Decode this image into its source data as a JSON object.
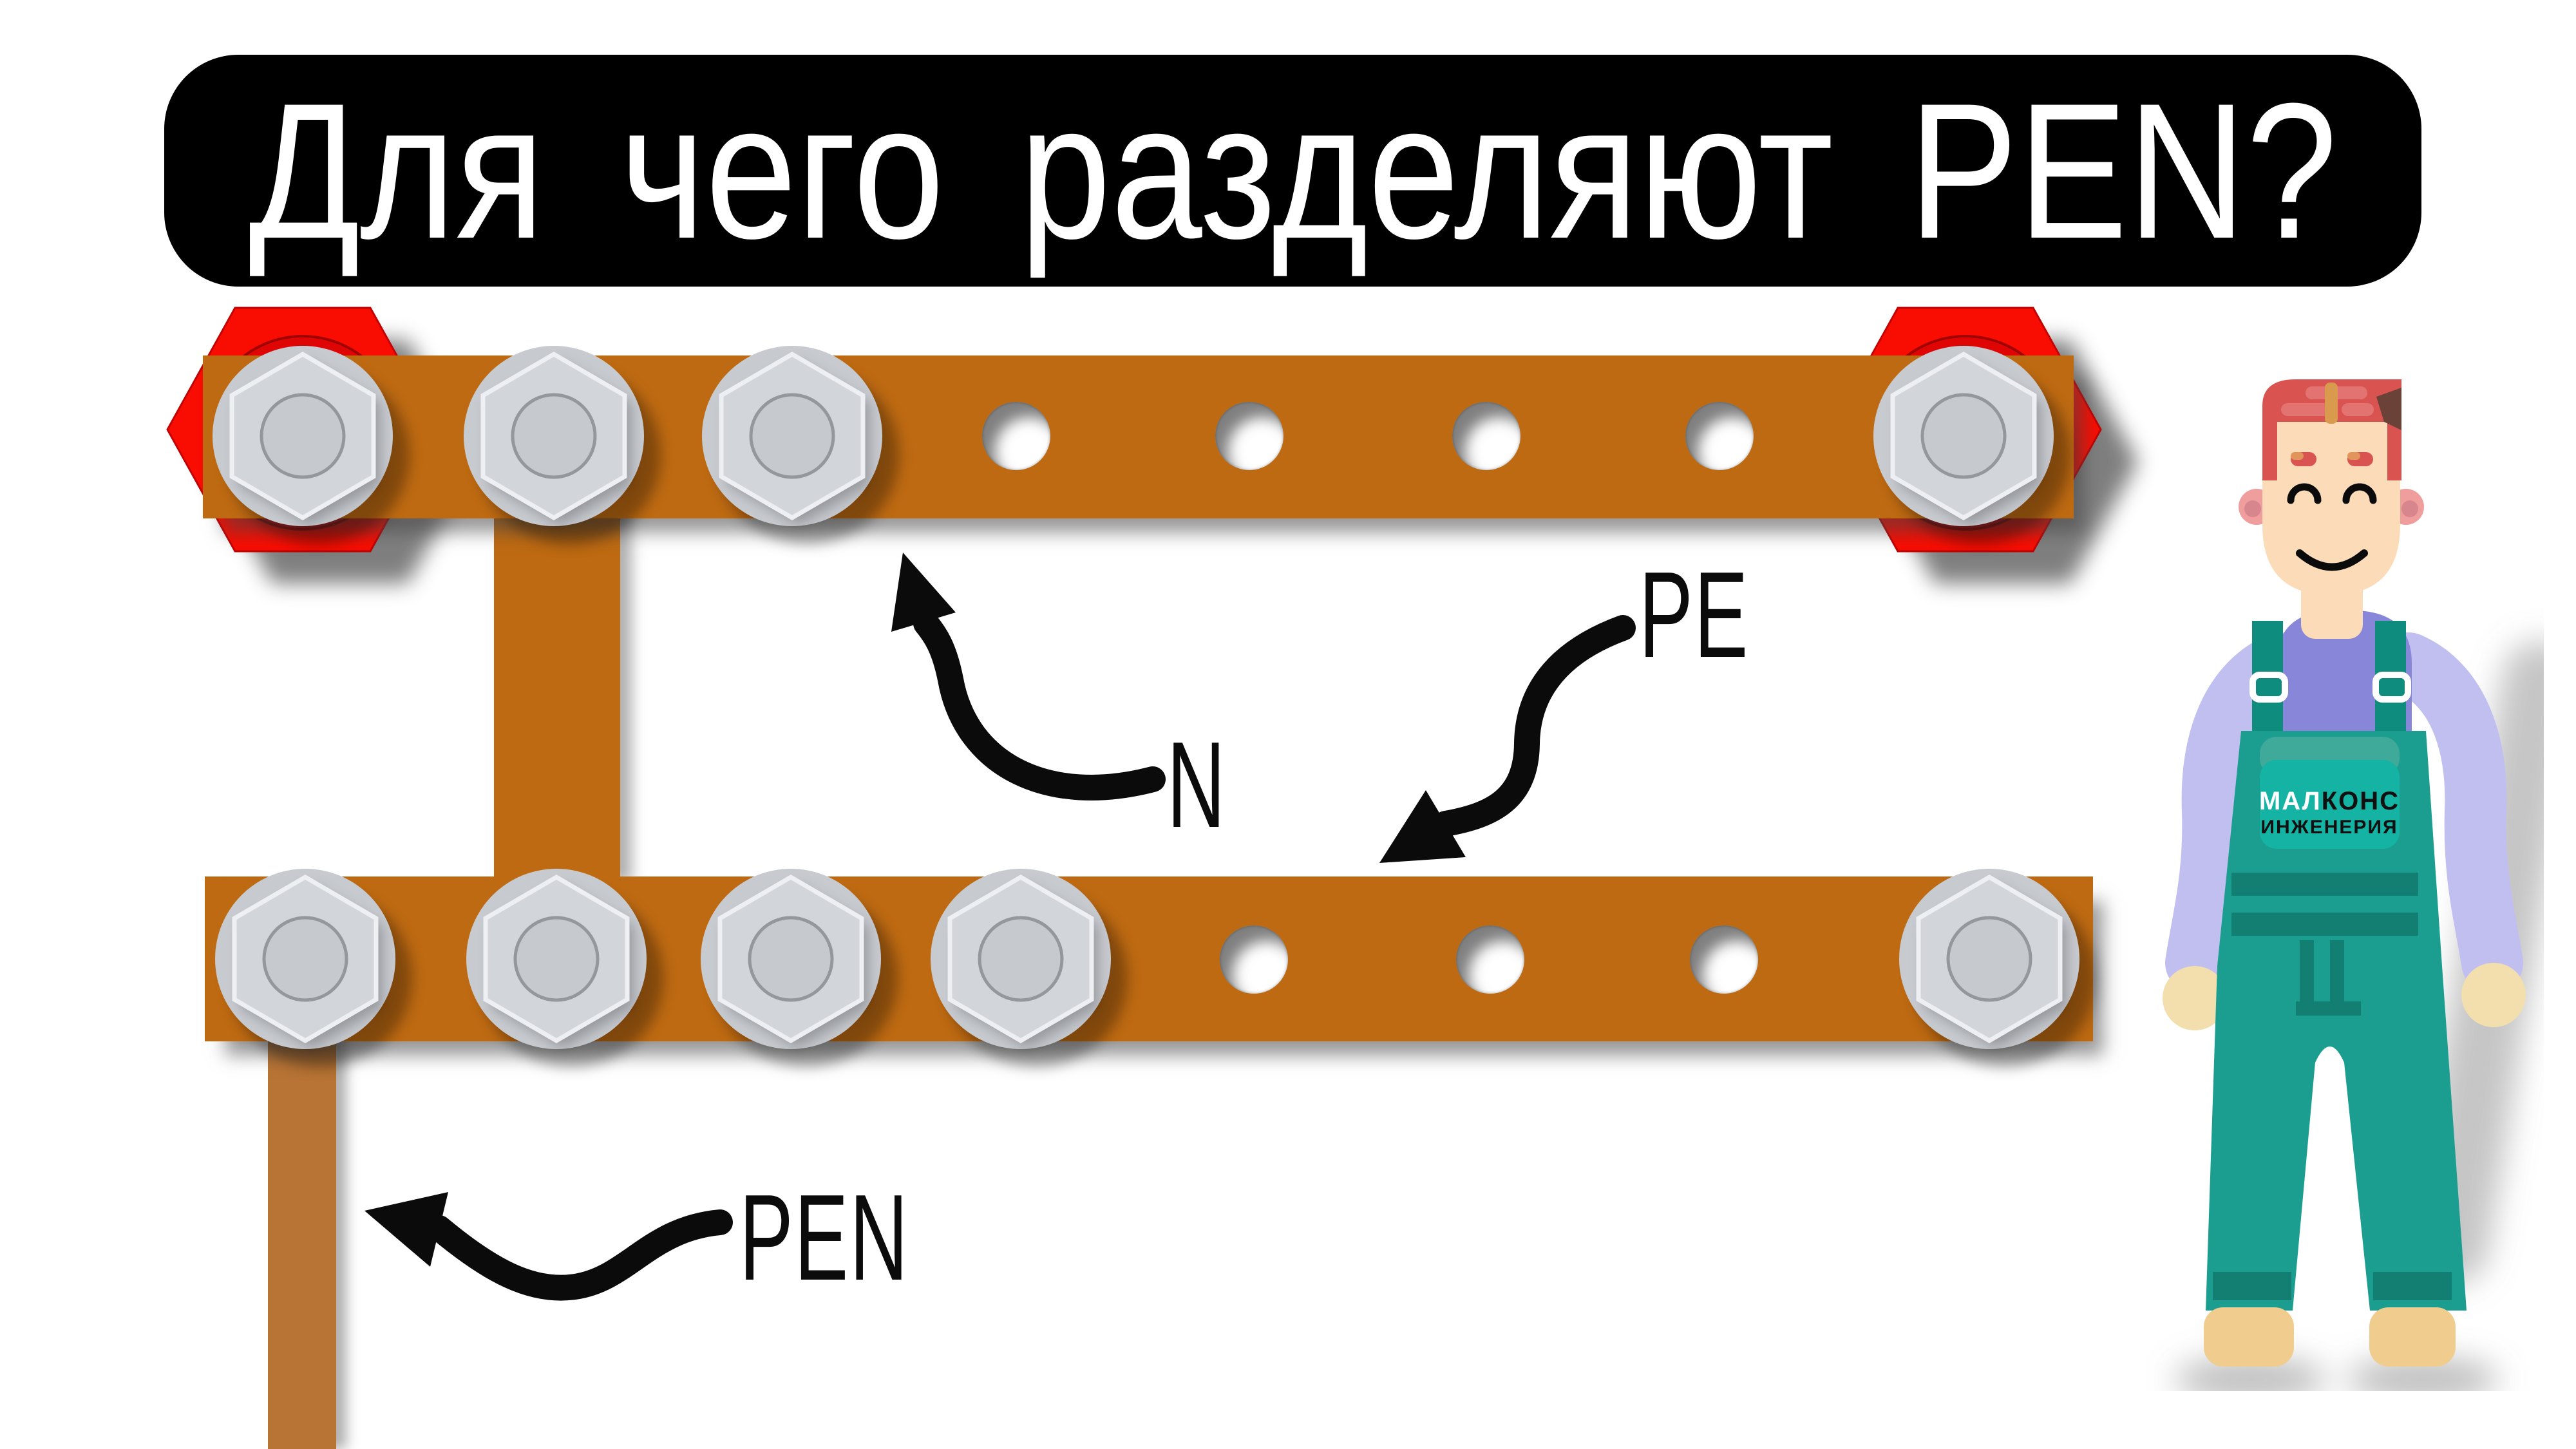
{
  "title": {
    "text": "Для чего разделяют PEN?"
  },
  "diagram": {
    "labels": {
      "n": "N",
      "pe": "PE",
      "pen": "PEN"
    },
    "top_busbar": {
      "bolts": 4,
      "empty_holes": 4,
      "end_insulators": "red hex nuts"
    },
    "bottom_busbar": {
      "bolts": 5,
      "empty_holes": 3
    },
    "colors": {
      "busbar_copper": "#BE6A12",
      "pen_riser_copper": "#B87434",
      "insulator_red": "#F90D02",
      "bolt_gray": "#C7CACF",
      "arrow_black": "#0B0B0B"
    }
  },
  "mascot": {
    "brand_line1_part1": "МАЛ",
    "brand_line1_part2": "КОНС",
    "brand_line2": "ИНЖЕНЕРИЯ",
    "colors": {
      "overalls_teal": "#1B9E90",
      "patch_teal": "#14B3A4",
      "shirt_periwinkle": "#8886D8",
      "sleeve_lavender": "#C1BFF0",
      "hair_red": "#D95350",
      "skin": "#FCDCB8",
      "shoes_tan": "#F0CD8E"
    }
  }
}
